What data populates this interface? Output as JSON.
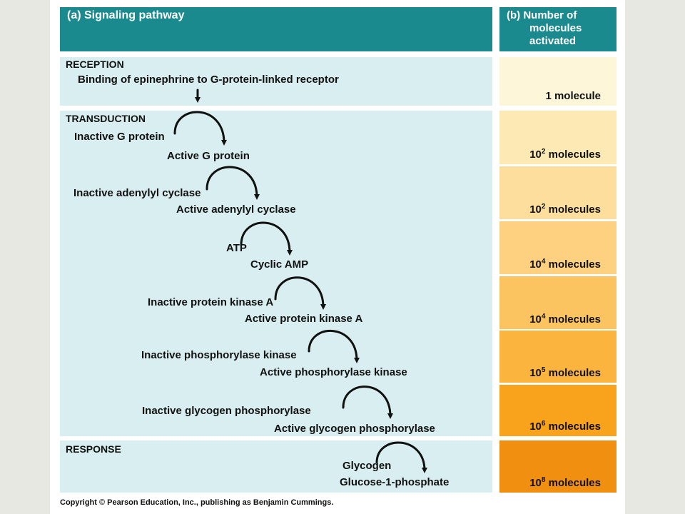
{
  "header": {
    "left_title": "(a) Signaling pathway",
    "right_title_lines": [
      "(b) Number of",
      "molecules",
      "activated"
    ]
  },
  "sections": {
    "reception": "RECEPTION",
    "transduction": "TRANSDUCTION",
    "response": "RESPONSE"
  },
  "steps": {
    "binding": "Binding of epinephrine to G-protein-linked receptor",
    "inactive_g": "Inactive G protein",
    "active_g": "Active G protein",
    "inactive_ac": "Inactive adenylyl cyclase",
    "active_ac": "Active adenylyl cyclase",
    "atp": "ATP",
    "camp": "Cyclic AMP",
    "inactive_pka": "Inactive protein kinase A",
    "active_pka": "Active protein kinase A",
    "inactive_phk": "Inactive phosphorylase kinase",
    "active_phk": "Active phosphorylase kinase",
    "inactive_gp": "Inactive glycogen phosphorylase",
    "active_gp": "Active glycogen phosphorylase",
    "glycogen": "Glycogen",
    "g1p": "Glucose-1-phosphate"
  },
  "counts": {
    "c1": {
      "text": "1 molecule"
    },
    "c2": {
      "base": "10",
      "exp": "2",
      "unit": " molecules"
    },
    "c3": {
      "base": "10",
      "exp": "2",
      "unit": " molecules"
    },
    "c4": {
      "base": "10",
      "exp": "4",
      "unit": " molecules"
    },
    "c5": {
      "base": "10",
      "exp": "4",
      "unit": " molecules"
    },
    "c6": {
      "base": "10",
      "exp": "5",
      "unit": " molecules"
    },
    "c7": {
      "base": "10",
      "exp": "6",
      "unit": " molecules"
    },
    "c8": {
      "base": "10",
      "exp": "8",
      "unit": " molecules"
    }
  },
  "colors": {
    "header": "#1a8a8f",
    "panel": "#d8eef0",
    "cells": [
      "#fdf6d8",
      "#fde9b4",
      "#fdde9c",
      "#fdd180",
      "#fcc460",
      "#fbb43e",
      "#f9a21c",
      "#f18f10"
    ]
  },
  "copyright": "Copyright © Pearson Education, Inc., publishing as Benjamin Cummings."
}
